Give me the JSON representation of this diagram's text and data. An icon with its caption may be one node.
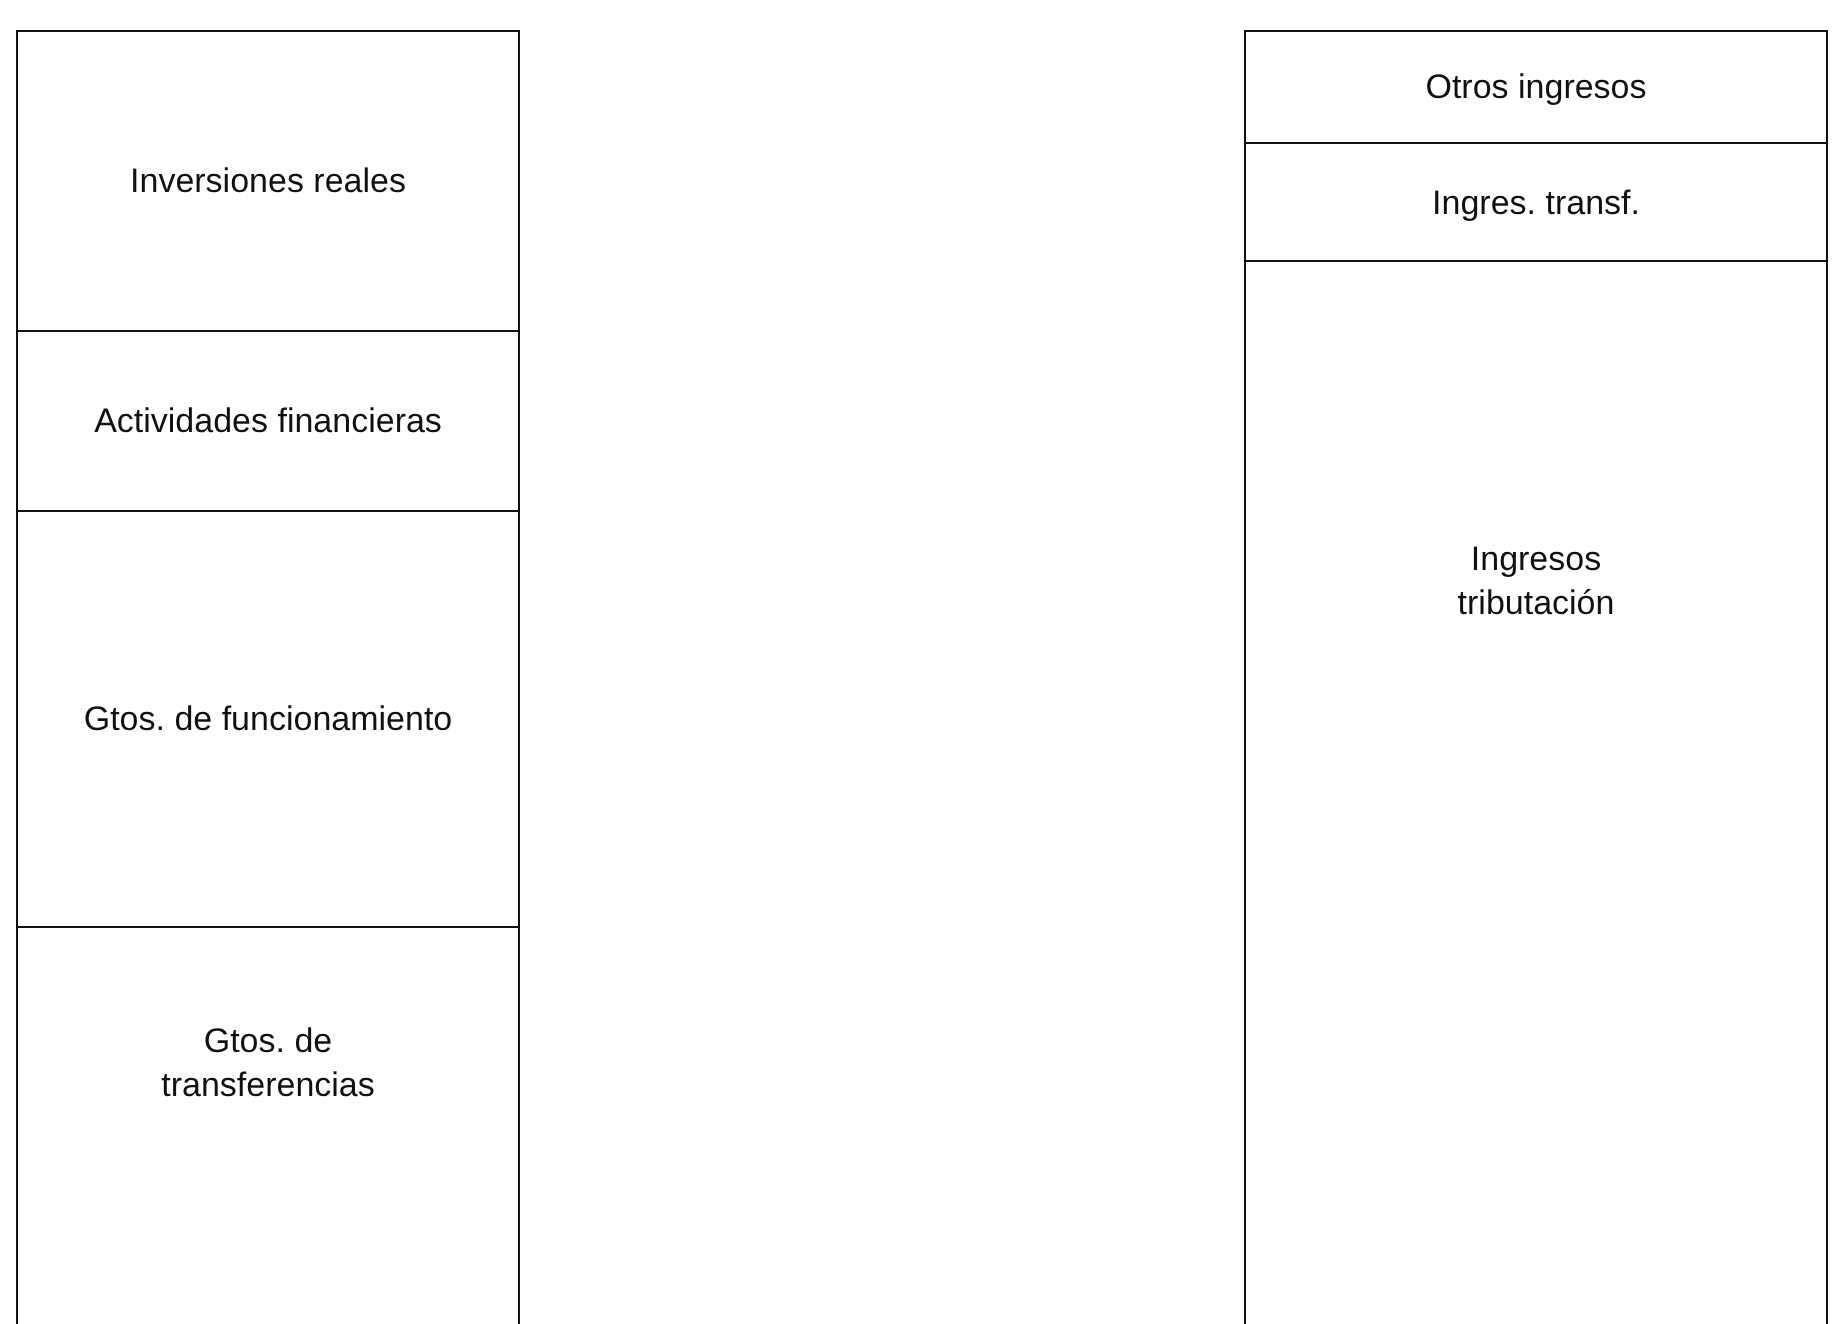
{
  "diagram": {
    "nodes": [
      {
        "text": [
          "Inversiones reales"
        ]
      },
      {
        "text": [
          "Actividades financieras"
        ]
      },
      {
        "text": [
          "Gtos. de funcionamiento"
        ]
      },
      {
        "text": [
          "Gtos. de transferencias"
        ]
      },
      {
        "text": [
          "Otros ingresos"
        ]
      },
      {
        "text": [
          "Ingres. transf."
        ]
      },
      {
        "text": [
          "Ingresos tributación"
        ]
      }
    ]
  }
}
